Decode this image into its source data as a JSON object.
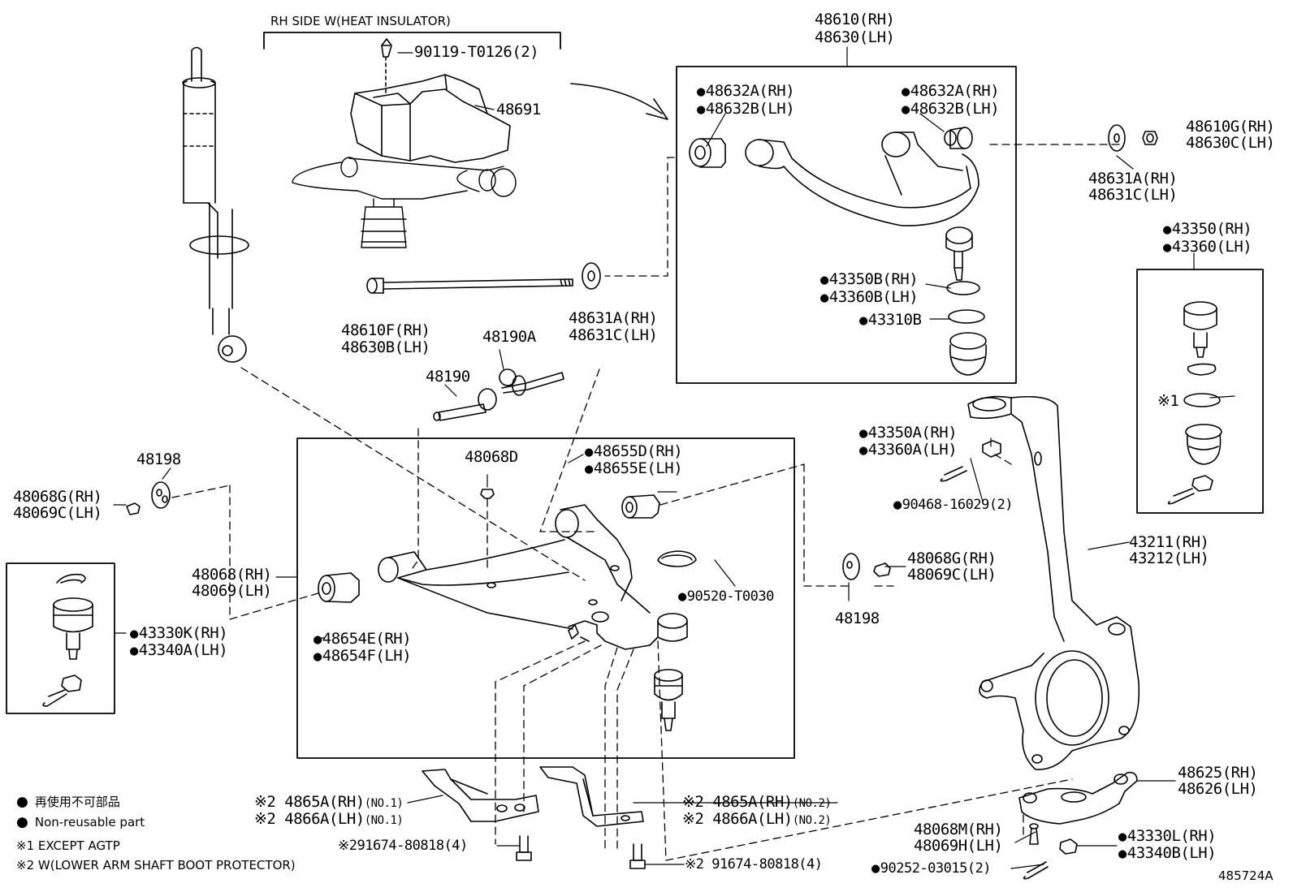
{
  "header": "RH SIDE W(HEAT INSULATOR)",
  "drawing_number": "485724A",
  "legend": {
    "jp": "再使用不可部品",
    "en": "Non-reusable part",
    "note1": "※1 EXCEPT AGTP",
    "note2": "※2 W(LOWER ARM SHAFT BOOT PROTECTOR)"
  },
  "marker": "●",
  "parts": {
    "p90119": "90119-T0126(2)",
    "p48691": "48691",
    "p48610": "48610(RH)",
    "p48630": "48630(LH)",
    "p48632A_l": "48632A(RH)",
    "p48632B_l": "48632B(LH)",
    "p48632A_r": "48632A(RH)",
    "p48632B_r": "48632B(LH)",
    "p48610G": "48610G(RH)",
    "p48630C": "48630C(LH)",
    "p48631A_r": "48631A(RH)",
    "p48631C_r": "48631C(LH)",
    "p43350B": "43350B(RH)",
    "p43360B": "43360B(LH)",
    "p43310B": "43310B",
    "p43350": "43350(RH)",
    "p43360": "43360(LH)",
    "p48610F": "48610F(RH)",
    "p48630B": "48630B(LH)",
    "p48631A_m": "48631A(RH)",
    "p48631C_m": "48631C(LH)",
    "p48190A": "48190A",
    "p48190": "48190",
    "p48198_l": "48198",
    "p48068G_l": "48068G(RH)",
    "p48069C_l": "48069C(LH)",
    "p48068D": "48068D",
    "p48655D": "48655D(RH)",
    "p48655E": "48655E(LH)",
    "p43350A": "43350A(RH)",
    "p43360A": "43360A(LH)",
    "p90468": "90468-16029(2)",
    "p43211": "43211(RH)",
    "p43212": "43212(LH)",
    "p48068G_r": "48068G(RH)",
    "p48069C_r": "48069C(LH)",
    "p48198_r": "48198",
    "p48068": "48068(RH)",
    "p48069": "48069(LH)",
    "p90520": "90520-T0030",
    "p43330K": "43330K(RH)",
    "p43340A": "43340A(LH)",
    "p48654E": "48654E(RH)",
    "p48654F": "48654F(LH)",
    "excl1": "※1",
    "p4865A_1": "※2 4865A(RH)",
    "p4865A_1n": "(NO.1)",
    "p4866A_1": "※2 4866A(LH)",
    "p4866A_1n": "(NO.1)",
    "p4865A_2": "※2 4865A(RH)",
    "p4865A_2n": "(NO.2)",
    "p4866A_2": "※2 4866A(LH)",
    "p4866A_2n": "(NO.2)",
    "p91674_a": "※291674-80818(4)",
    "p91674_b": "※2 91674-80818(4)",
    "p48625": "48625(RH)",
    "p48626": "48626(LH)",
    "p48068M": "48068M(RH)",
    "p48069H": "48069H(LH)",
    "p43330L": "43330L(RH)",
    "p43340B": "43340B(LH)",
    "p90252": "90252-03015(2)"
  }
}
